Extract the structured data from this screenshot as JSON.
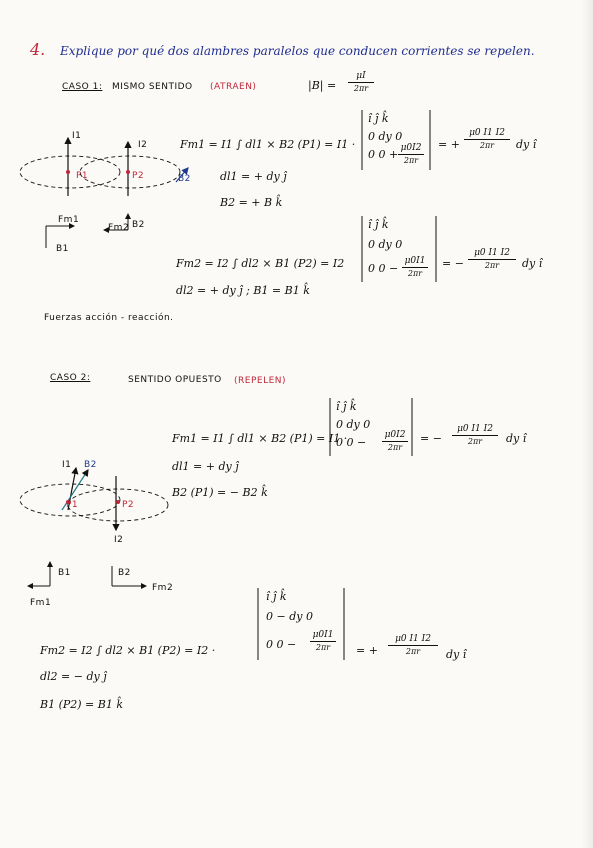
{
  "problem": {
    "number": "4.",
    "statement": "Explique por qué dos alambres paralelos que conducen corrientes se repelen."
  },
  "case1": {
    "label": "CASO 1:",
    "title": "MISMO SENTIDO",
    "note": "(ATRAEN)",
    "b_formula_left": "|B| =",
    "b_formula_num": "μI",
    "b_formula_den": "2πr",
    "fm1_eq": "Fm1 = I1 ∫ dl1 × B2 (P1) = I1 ·",
    "det1_row1": "î  ĵ  k̂",
    "det1_row2": "0  dy  0",
    "det1_row3": "0  0  +",
    "det1_row3_num": "μ0I2",
    "det1_row3_den": "2πr",
    "fm1_result_prefix": "= +",
    "fm1_result_num": "μ0 I1 I2",
    "fm1_result_den": "2πr",
    "fm1_result_suffix": "dy î",
    "dl1": "dl1 = + dy ĵ",
    "b2": "B2 = + B k̂",
    "fm2_eq": "Fm2 = I2 ∫ dl2 × B1 (P2) = I2",
    "det2_row1": "î  ĵ  k̂",
    "det2_row2": "0  dy  0",
    "det2_row3": "0  0  −",
    "det2_row3_num": "μ0I1",
    "det2_row3_den": "2πr",
    "fm2_result_prefix": "= −",
    "fm2_result_num": "μ0 I1 I2",
    "fm2_result_den": "2πr",
    "fm2_result_suffix": "dy î",
    "dl2": "dl2 = + dy ĵ ; B1 = B1 k̂",
    "conclusion": "Fuerzas acción - reacción.",
    "diagram": {
      "i1": "I1",
      "i2": "I2",
      "p1": "P1",
      "p2": "P2",
      "b2": "B2",
      "fm1": "Fm1",
      "fm2": "Fm2",
      "b1": "B1",
      "b2_vec": "B2"
    }
  },
  "case2": {
    "label": "CASO 2:",
    "title": "SENTIDO OPUESTO",
    "note": "(REPELEN)",
    "fm1_eq": "Fm1 = I1 ∫ dl1 × B2 (P1) = I1 ·",
    "det1_row1": "î  ĵ  k̂",
    "det1_row2": "0  dy  0",
    "det1_row3": "0  0  −",
    "det1_row3_num": "μ0I2",
    "det1_row3_den": "2πr",
    "fm1_result_prefix": "= −",
    "fm1_result_num": "μ0 I1 I2",
    "fm1_result_den": "2πr",
    "fm1_result_suffix": "dy î",
    "dl1": "dl1 = + dy ĵ",
    "b2": "B2 (P1) = − B2 k̂",
    "fm2_eq": "Fm2 = I2 ∫ dl2 × B1 (P2) = I2 ·",
    "det2_row1": "î  ĵ  k̂",
    "det2_row2": "0  − dy  0",
    "det2_row3": "0  0  −",
    "det2_row3_num": "μ0I1",
    "det2_row3_den": "2πr",
    "fm2_result_prefix": "= +",
    "fm2_result_num": "μ0 I1 I2",
    "fm2_result_den": "2πr",
    "fm2_result_suffix": "dy î",
    "dl2": "dl2 = − dy ĵ",
    "b1p2": "B1 (P2) = B1 k̂",
    "diagram": {
      "i1": "I1",
      "i2": "I2",
      "b2": "B2",
      "p1": "P1",
      "p2": "P2",
      "b1": "B1",
      "b2_vec": "B2",
      "fm1": "Fm1",
      "fm2": "Fm2"
    }
  }
}
